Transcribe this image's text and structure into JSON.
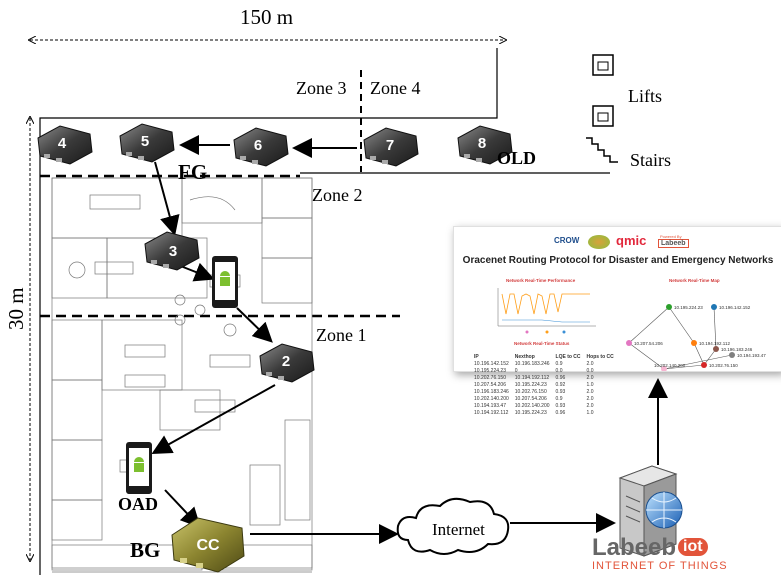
{
  "dimension": {
    "width_label": "150 m",
    "height_label": "30 m"
  },
  "zones": {
    "zone3": "Zone 3",
    "zone4": "Zone 4",
    "zone2": "Zone 2",
    "zone1": "Zone 1"
  },
  "building": {
    "lifts": "Lifts",
    "stairs": "Stairs"
  },
  "floors": {
    "fg": "FG",
    "old": "OLD",
    "oad": "OAD",
    "bg": "BG"
  },
  "nodes": [
    "4",
    "5",
    "6",
    "7",
    "8",
    "3",
    "2"
  ],
  "cc_label": "CC",
  "internet_label": "Internet",
  "labeebiot": {
    "brand_part1": "Labeeb",
    "brand_part2": "iot",
    "tagline": "INTERNET OF THINGS"
  },
  "panel": {
    "logos": {
      "crow": "CROW",
      "qmic": "qmic",
      "powered": "Powered By",
      "labeeb": "Labeeb"
    },
    "title": "Oracenet Routing Protocol for Disaster and Emergency Networks",
    "performance_title": "Network Real-Time Performance",
    "map_title": "Network Real-Time Map",
    "status_title": "Network Real-Time Status",
    "status_headers": [
      "IP",
      "Nexthop",
      "LQE to CC",
      "Hops to CC"
    ],
    "status_rows": [
      [
        "10.196.142.152",
        "10.196.183.246",
        "0.9",
        "2.0"
      ],
      [
        "10.195.224.23",
        "0",
        "0.0",
        "0.0"
      ],
      [
        "10.202.76.150",
        "10.194.192.112",
        "0.96",
        "2.0"
      ],
      [
        "10.207.54.206",
        "10.195.224.23",
        "0.92",
        "1.0"
      ],
      [
        "10.196.183.246",
        "10.202.76.150",
        "0.93",
        "2.0"
      ],
      [
        "10.202.140.200",
        "10.207.54.206",
        "0.9",
        "2.0"
      ],
      [
        "10.194.193.47",
        "10.202.140.200",
        "0.93",
        "2.0"
      ],
      [
        "10.194.192.112",
        "10.195.224.23",
        "0.96",
        "1.0"
      ]
    ],
    "map_nodes": [
      "10.195.224.23",
      "10.196.142.152",
      "10.207.54.206",
      "10.194.192.112",
      "10.196.183.246",
      "10.194.193.47",
      "10.202.140.200",
      "10.202.76.150"
    ],
    "map_node_colors": [
      "#2ca02c",
      "#1f77b4",
      "#e377c2",
      "#ff7f0e",
      "#8c564b",
      "#7f7f7f",
      "#f7b6d2",
      "#d62728"
    ]
  }
}
